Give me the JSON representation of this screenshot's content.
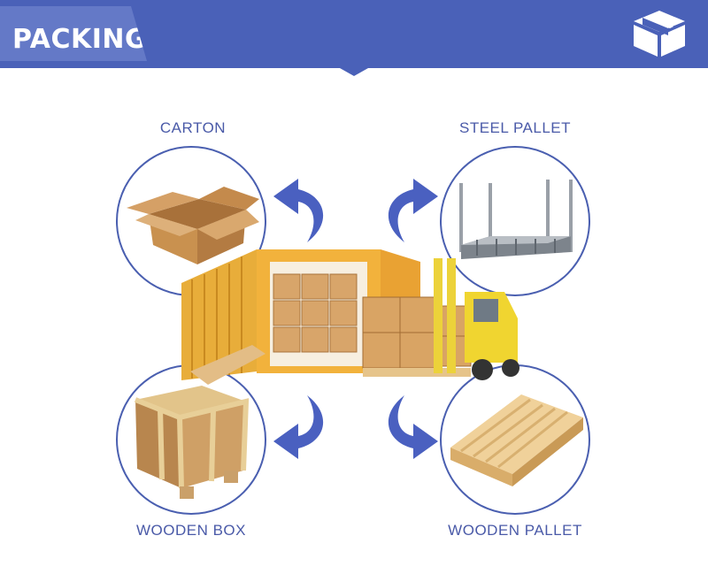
{
  "header": {
    "title": "PACKING",
    "logo_icon": "box-icon"
  },
  "items": [
    {
      "label": "CARTON",
      "icon": "carton-icon"
    },
    {
      "label": "STEEL PALLET",
      "icon": "steel-pallet-icon"
    },
    {
      "label": "WOODEN BOX",
      "icon": "wooden-box-icon"
    },
    {
      "label": "WOODEN PALLET",
      "icon": "wooden-pallet-icon"
    }
  ],
  "colors": {
    "header": "#4a61b8",
    "tab": "#6479c7",
    "accent": "#4a5fb0",
    "label": "#4a5aa8"
  }
}
